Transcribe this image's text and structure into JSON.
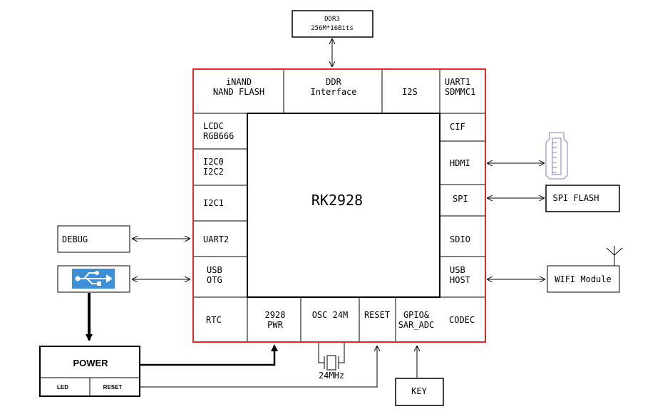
{
  "ddr3": {
    "line1": "DDR3",
    "line2": "256M*16Bits"
  },
  "chip": {
    "name": "RK2928"
  },
  "top_cells": {
    "inand_1": "iNAND",
    "inand_2": "NAND FLASH",
    "ddr_1": "DDR",
    "ddr_2": "Interface",
    "i2s": "I2S",
    "uart1_1": "UART1",
    "uart1_2": "SDMMC1"
  },
  "left_cells": {
    "lcdc_1": "LCDC",
    "lcdc_2": "RGB666",
    "i2c0_1": "I2C0",
    "i2c0_2": "I2C2",
    "i2c1": "I2C1",
    "uart2": "UART2",
    "usb_1": "USB",
    "usb_2": "OTG"
  },
  "right_cells": {
    "cif": "CIF",
    "hdmi": "HDMI",
    "spi": "SPI",
    "sdio": "SDIO",
    "usbhost_1": "USB",
    "usbhost_2": "HOST"
  },
  "bottom_cells": {
    "rtc": "RTC",
    "pwr_1": "2928",
    "pwr_2": "PWR",
    "osc": "OSC 24M",
    "reset": "RESET",
    "gpio_1": "GPIO&",
    "gpio_2": "SAR_ADC",
    "codec": "CODEC"
  },
  "external": {
    "debug": "DEBUG",
    "power": "POWER",
    "led": "LED",
    "reset": "RESET",
    "key": "KEY",
    "spi_flash": "SPI FLASH",
    "wifi": "WIFI Module",
    "crystal": "24MHz"
  },
  "colors": {
    "chip_border": "#e8232a",
    "usb_badge": "#3d8fd6"
  }
}
